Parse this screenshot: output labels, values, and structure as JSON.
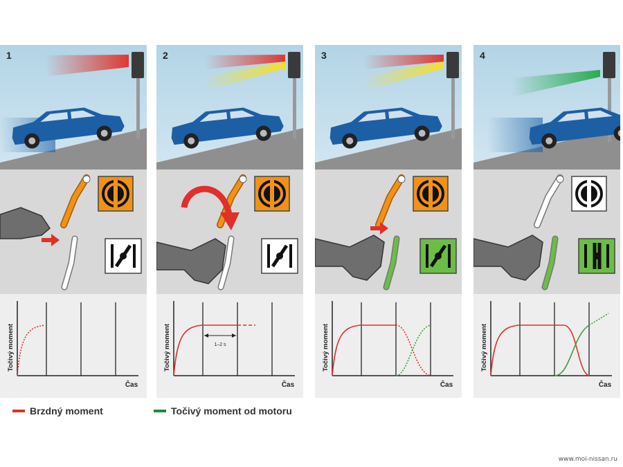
{
  "panels": [
    {
      "number": "1",
      "light": "red",
      "pedal": "brake-pressed",
      "brake_color": "#f19218",
      "clutch_color": "#ffffff",
      "arrow": "pedal-push",
      "graph": "brake-ramp",
      "ylabel": "Točivý moment",
      "xlabel": "Čas",
      "interval": ""
    },
    {
      "number": "2",
      "light": "red-yellow",
      "pedal": "foot-move",
      "brake_color": "#f19218",
      "clutch_color": "#ffffff",
      "arrow": "curve",
      "graph": "brake-hold",
      "ylabel": "Točivý moment",
      "xlabel": "Čas",
      "interval": "1–2 s"
    },
    {
      "number": "3",
      "light": "red-yellow",
      "pedal": "accelerator",
      "brake_color": "#f19218",
      "clutch_color": "#6abe45",
      "arrow": "pedal-push",
      "graph": "crossover",
      "ylabel": "Točivý moment",
      "xlabel": "Čas",
      "interval": ""
    },
    {
      "number": "4",
      "light": "green",
      "pedal": "accelerator",
      "brake_color": "#ffffff",
      "clutch_color": "#6abe45",
      "arrow": "none",
      "graph": "drive",
      "ylabel": "Točivý moment",
      "xlabel": "Čas",
      "interval": ""
    }
  ],
  "legend": [
    {
      "label": "Brzdný moment",
      "color": "#e0302a"
    },
    {
      "label": "Točivý moment od motoru",
      "color": "#1f8a3c"
    }
  ],
  "watermark": "www.moi-nissan.ru",
  "colors": {
    "car": "#1c5fa5",
    "red_curve": "#e0302a",
    "green_curve": "#3d9b3a",
    "orange": "#f19218",
    "green_box": "#6abe45"
  }
}
